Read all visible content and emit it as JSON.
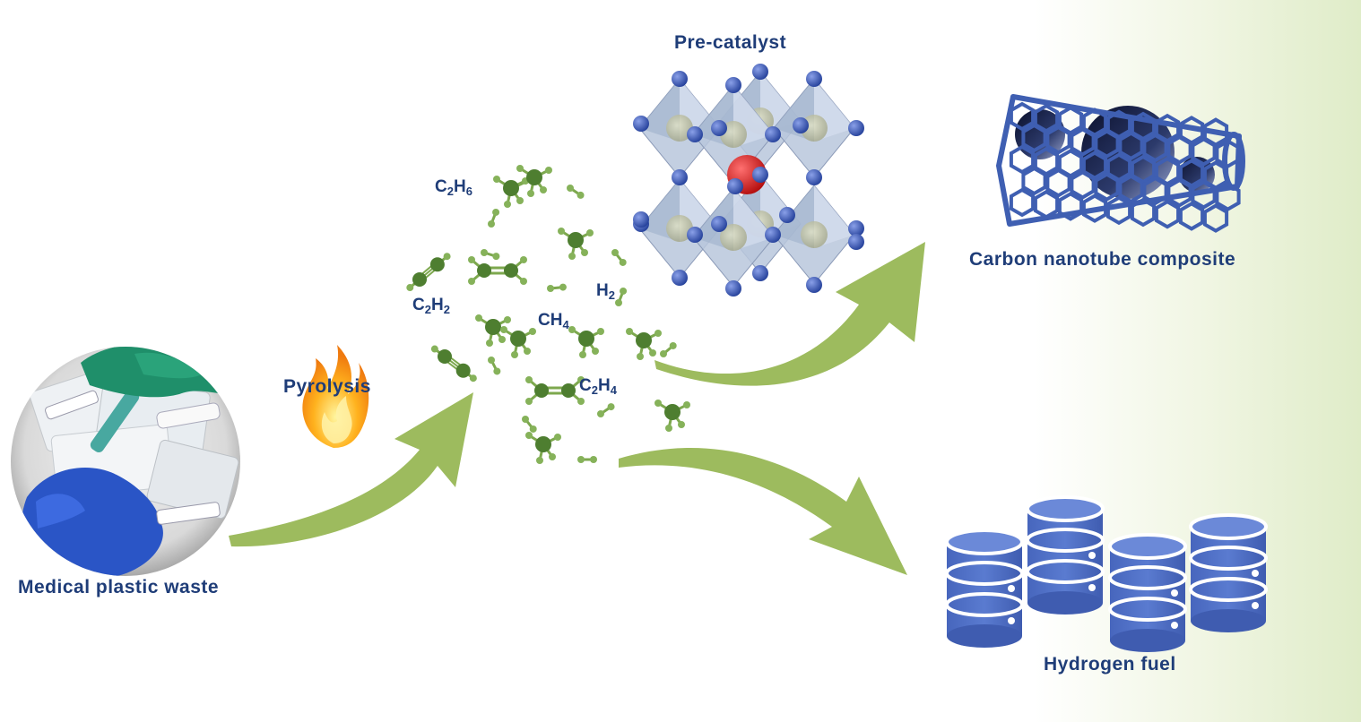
{
  "diagram": {
    "labels": {
      "source": "Medical plastic waste",
      "process": "Pyrolysis",
      "catalyst": "Pre-catalyst",
      "product_solid": "Carbon nanotube composite",
      "product_gas": "Hydrogen fuel"
    },
    "molecules": [
      {
        "base": "C",
        "n1": "2",
        "mid": "H",
        "n2": "6"
      },
      {
        "base": "C",
        "n1": "2",
        "mid": "H",
        "n2": "2"
      },
      {
        "base": "H",
        "n1": "2"
      },
      {
        "base": "CH",
        "n1": "4"
      },
      {
        "base": "C",
        "n1": "2",
        "mid": "H",
        "n2": "4"
      }
    ],
    "colors": {
      "label_text": "#1f3d78",
      "arrow": "#9dbb5e",
      "molecule": "#4e7e30",
      "atom_blue": "#3a56b0",
      "atom_red": "#d11b1b",
      "octahedron": "#b9c7dc",
      "cylinder": "#4a6ec4"
    },
    "icons": [
      "medical-waste-photo",
      "flame-icon",
      "perovskite-crystal",
      "carbon-nanotube-icon",
      "hydrogen-storage-icon"
    ]
  }
}
